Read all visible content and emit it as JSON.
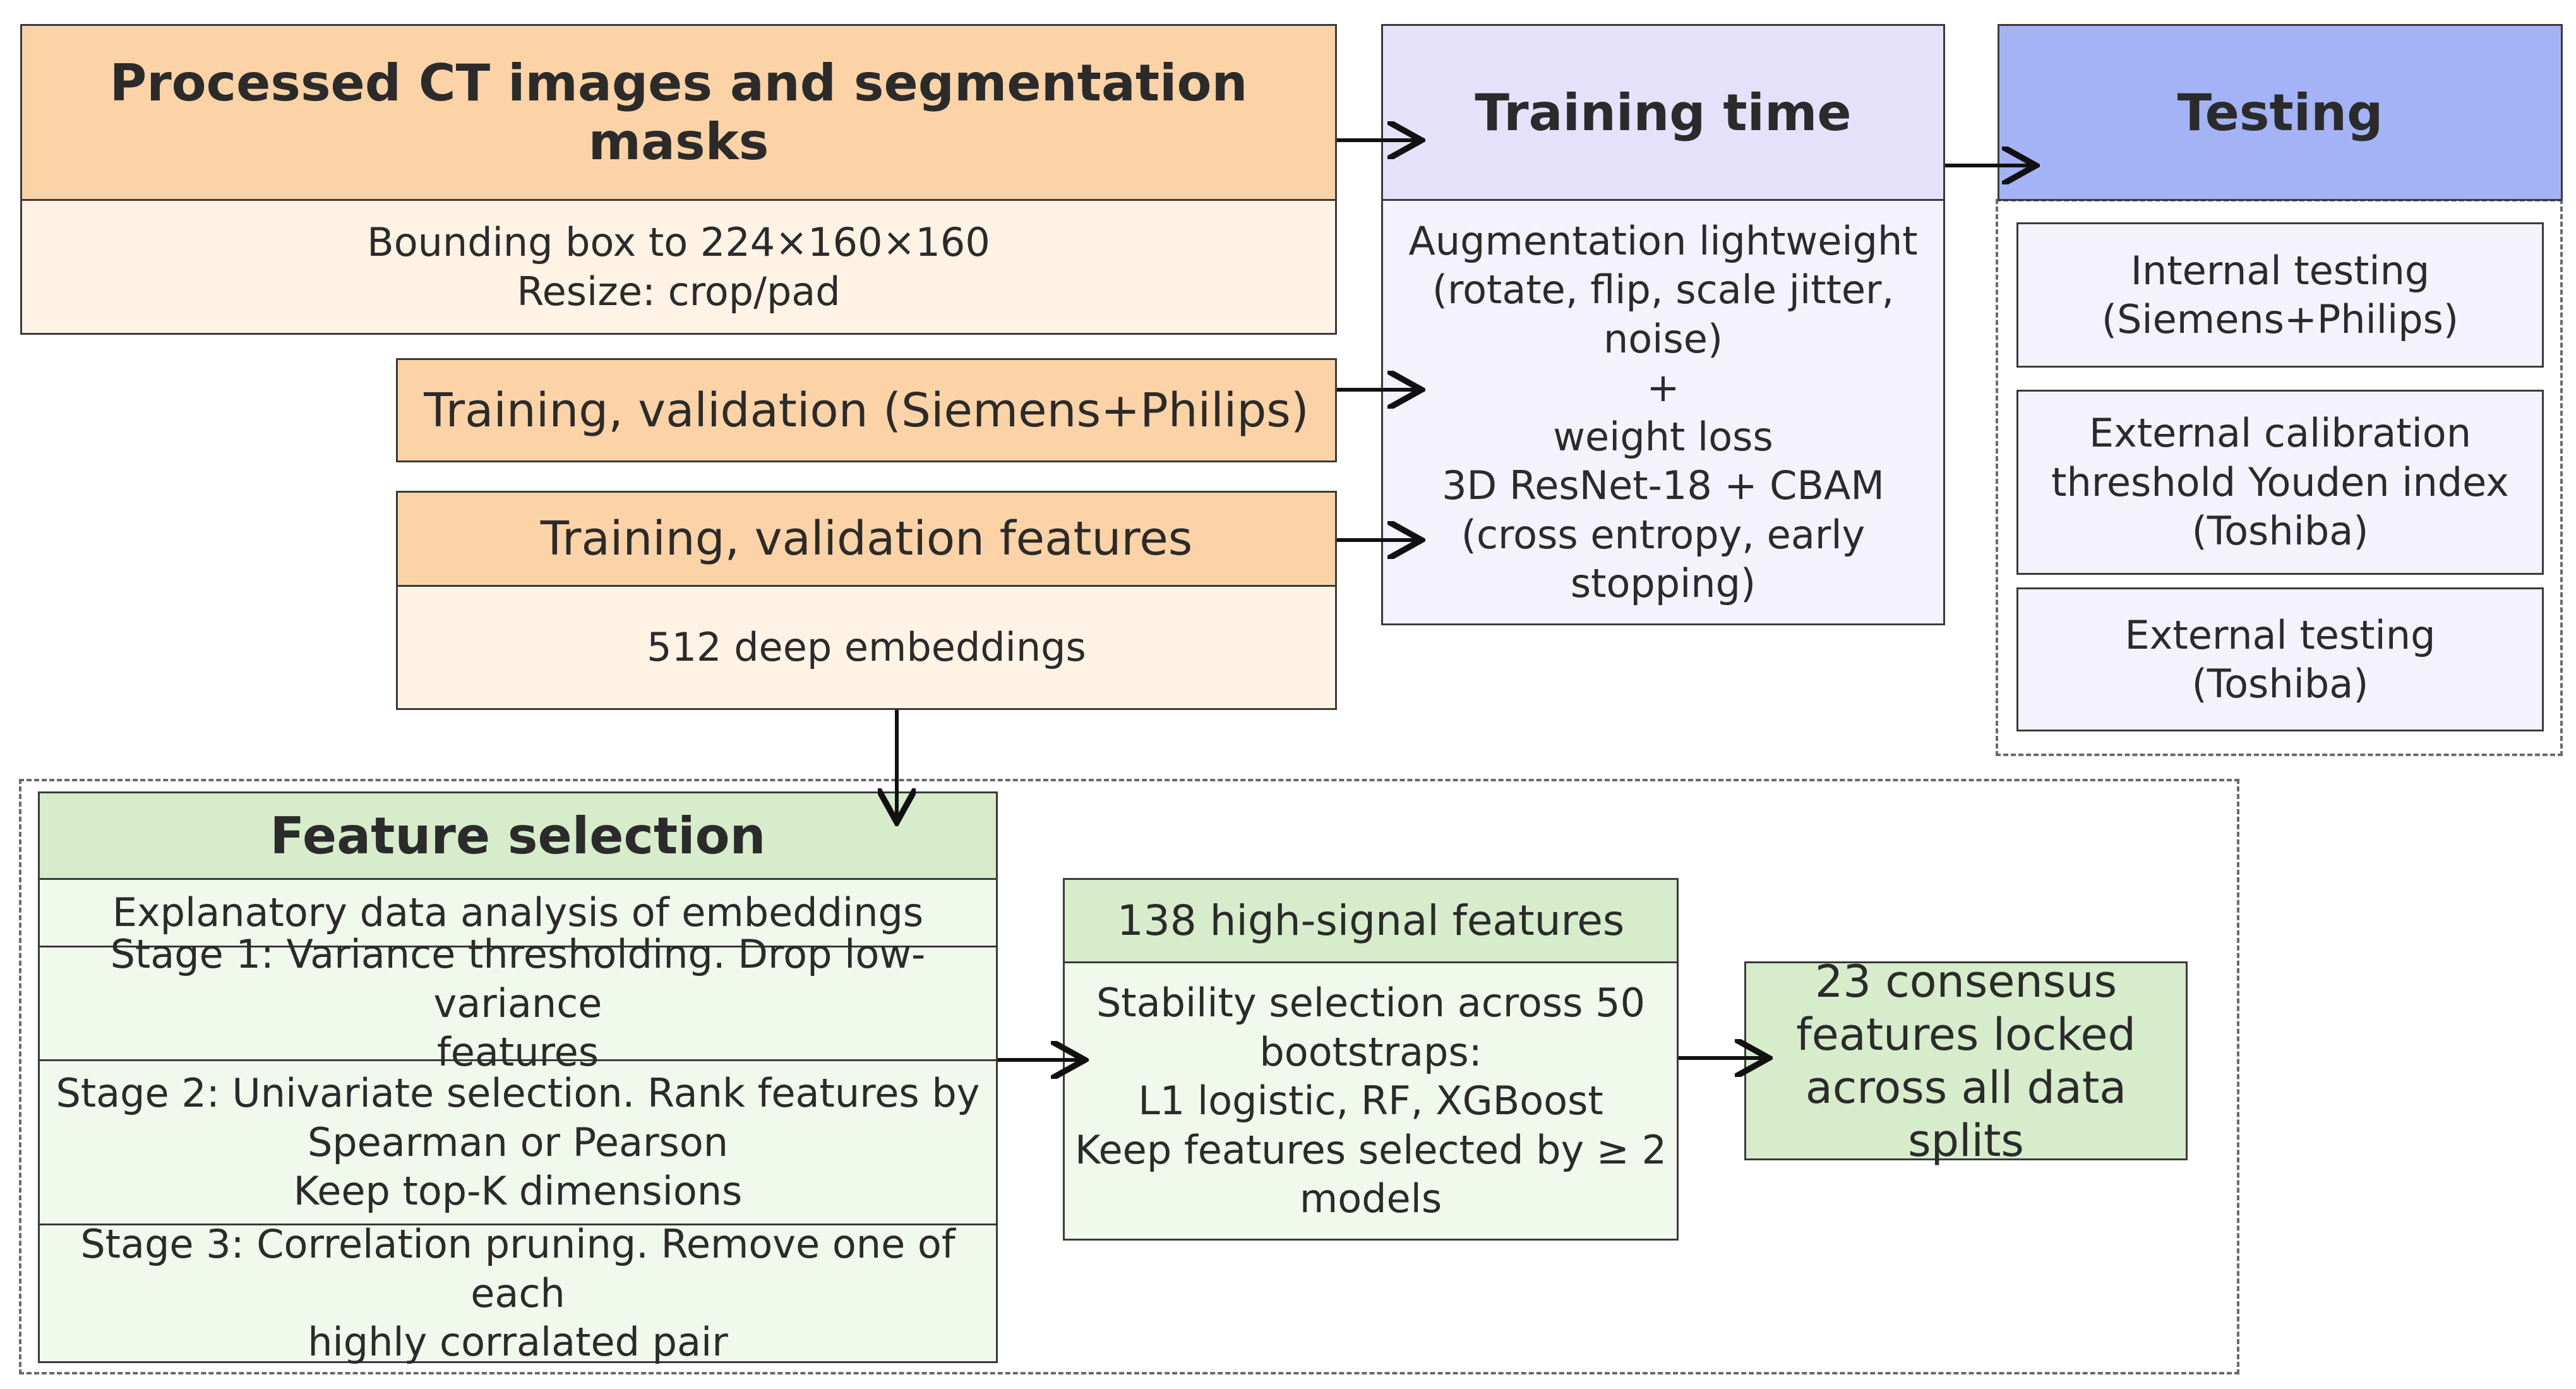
{
  "processed": {
    "title": "Processed CT images and segmentation masks",
    "line1": "Bounding box to  224×160×160",
    "line2": "Resize: crop/pad"
  },
  "train_val": {
    "title": "Training, validation  (Siemens+Philips)"
  },
  "train_val_features": {
    "title": "Training, validation features",
    "body": "512 deep embeddings"
  },
  "training_time": {
    "title": "Training time",
    "lines": [
      "Augmentation lightweight",
      "(rotate, flip, scale jitter,",
      "noise)",
      "+",
      "weight loss",
      "3D ResNet-18 + CBAM",
      "(cross entropy, early",
      "stopping)"
    ]
  },
  "testing": {
    "title": "Testing",
    "internal": [
      "Internal testing",
      "(Siemens+Philips)"
    ],
    "calibration": [
      "External calibration",
      "threshold Youden index",
      "(Toshiba)"
    ],
    "external": [
      "External testing",
      "(Toshiba)"
    ]
  },
  "feature_selection": {
    "title": "Feature selection",
    "eda": "Explanatory data analysis of embeddings",
    "stage1": [
      "Stage 1: Variance thresholding. Drop low-variance",
      "features"
    ],
    "stage2": [
      "Stage 2: Univariate selection. Rank features by",
      "Spearman or Pearson",
      "Keep top-K dimensions"
    ],
    "stage3": [
      "Stage 3: Correlation pruning. Remove one of each",
      "highly corralated pair"
    ]
  },
  "high_signal": {
    "title": "138 high-signal features",
    "lines": [
      "Stability selection across 50",
      "bootstraps:",
      "L1 logistic, RF, XGBoost",
      "Keep features selected by ≥ 2",
      "models"
    ]
  },
  "consensus": {
    "lines": [
      "23 consensus",
      "features locked",
      "across all data splits"
    ]
  }
}
